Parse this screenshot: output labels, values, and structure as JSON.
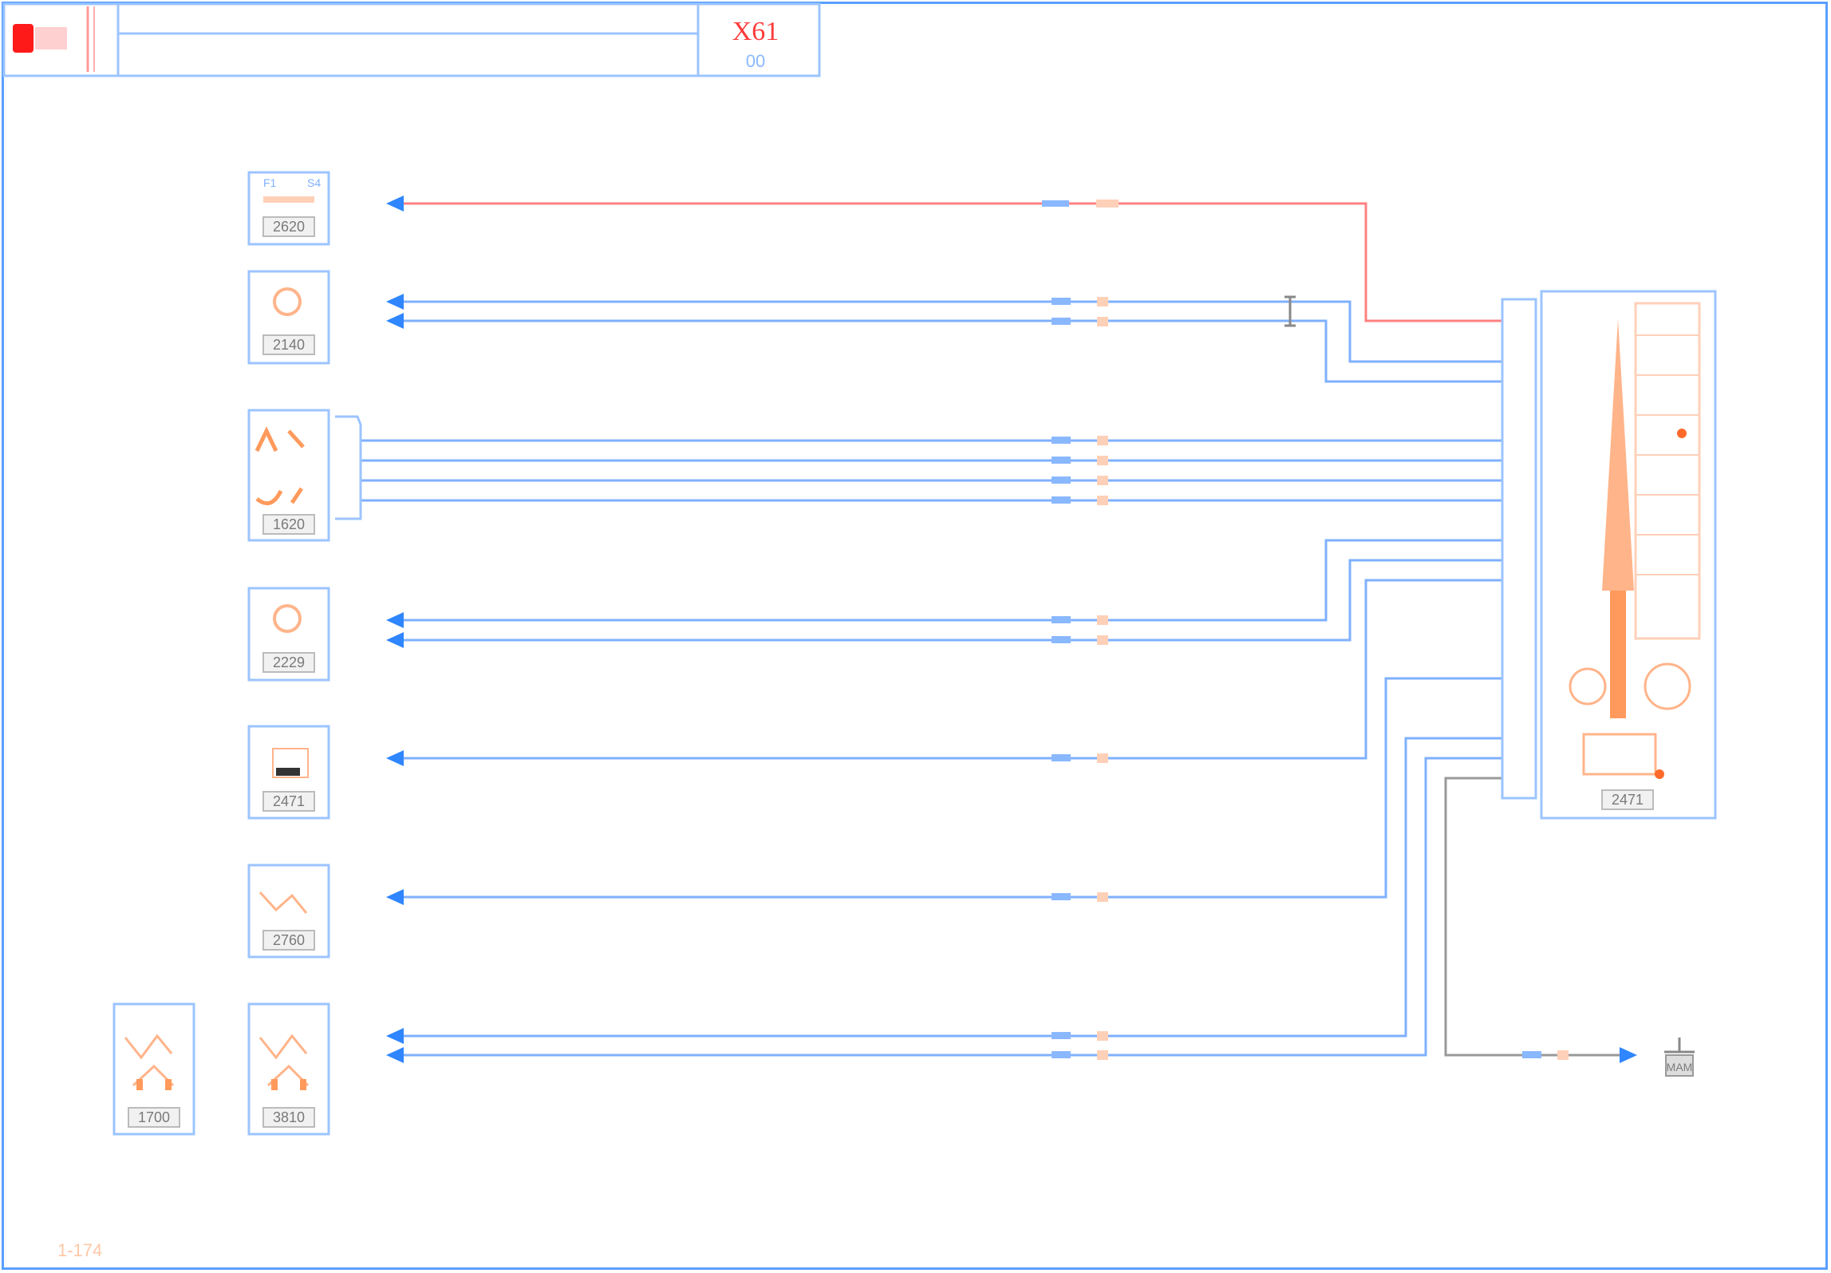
{
  "header": {
    "title": "X61",
    "subtitle": "00"
  },
  "components": [
    {
      "id": "c1",
      "pins": [
        "F1",
        "S4"
      ],
      "label": "2620"
    },
    {
      "id": "c2",
      "label": "2140"
    },
    {
      "id": "c3",
      "label": "1620"
    },
    {
      "id": "c4",
      "label": "2229"
    },
    {
      "id": "c5",
      "label": "2471"
    },
    {
      "id": "c6",
      "label": "2760"
    },
    {
      "id": "c7",
      "label": "3810"
    },
    {
      "id": "c8",
      "label": "1700"
    }
  ],
  "ecu": {
    "label": "2471"
  },
  "ground": {
    "label": "MAM"
  },
  "footer": {
    "text": "1-174"
  },
  "colors": {
    "frame": "#5aa0ff",
    "wire": "#7fb0ff",
    "power_wire": "#ff8080",
    "component": "#ff9a5c",
    "title": "#ff3b3b"
  }
}
